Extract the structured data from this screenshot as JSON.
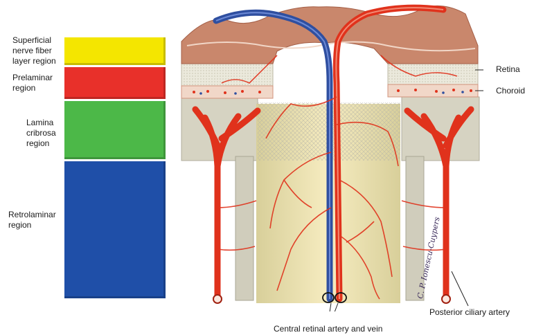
{
  "legend": {
    "items": [
      {
        "label": "Superficial\nnerve fiber\nlayer region",
        "color": "#f4e600"
      },
      {
        "label": "Prelaminar\nregion",
        "color": "#e8302a"
      },
      {
        "label": "Lamina\ncribrosa\nregion",
        "color": "#4cb848"
      },
      {
        "label": "Retrolaminar\nregion",
        "color": "#1f4fa8"
      }
    ]
  },
  "annotations": {
    "retina": "Retina",
    "choroid": "Choroid",
    "posterior_ciliary": "Posterior ciliary artery",
    "central_retinal": "Central retinal artery and vein"
  },
  "signature": "C. P. Ionescu-Cuypers",
  "colors": {
    "artery": "#e0321c",
    "vein": "#2f4fa0",
    "nerve": "#efe0a8",
    "tissue": "#d9d6c4",
    "surface": "#c9826a"
  }
}
